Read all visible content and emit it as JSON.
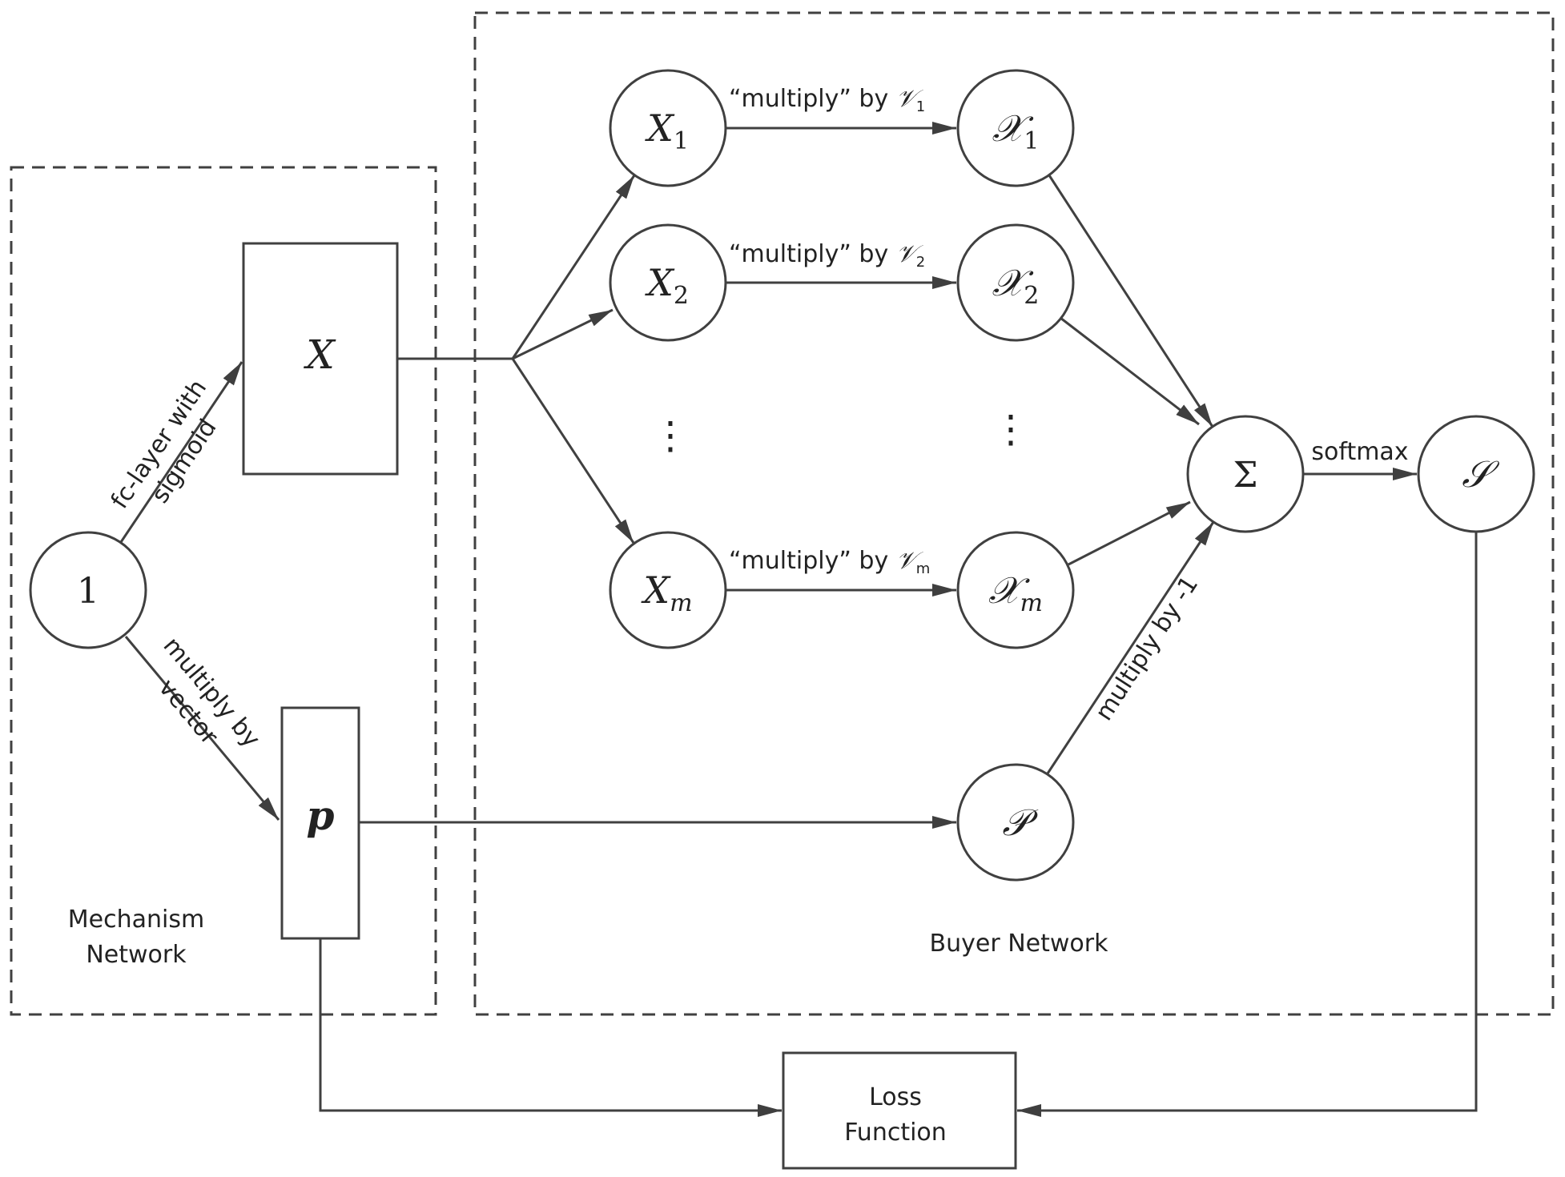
{
  "groups": {
    "mechanism": {
      "line1": "Mechanism",
      "line2": "Network"
    },
    "buyer": {
      "label": "Buyer Network"
    }
  },
  "nodes": {
    "one": "1",
    "X": "X",
    "p": "p",
    "X1": {
      "base": "X",
      "sub": "1"
    },
    "X2": {
      "base": "X",
      "sub": "2"
    },
    "Xm": {
      "base": "X",
      "sub": "m"
    },
    "cX1": {
      "base": "𝒳",
      "sub": "1"
    },
    "cX2": {
      "base": "𝒳",
      "sub": "2"
    },
    "cXm": {
      "base": "𝒳",
      "sub": "m"
    },
    "cP": "𝒫",
    "sigma": "Σ",
    "cS": "𝒮",
    "vdots_left": "⋮",
    "vdots_right": "⋮"
  },
  "edges": {
    "fc_line1": "fc-layer with",
    "fc_line2": "sigmoid",
    "vec_line1": "multiply by",
    "vec_line2": "vector",
    "mult1": {
      "text": "“multiply”  by ",
      "sym": "𝒱",
      "sub": "1"
    },
    "mult2": {
      "text": "“multiply”  by ",
      "sym": "𝒱",
      "sub": "2"
    },
    "multm": {
      "text": "“multiply”  by ",
      "sym": "𝒱",
      "sub": "m"
    },
    "neg": "multiply by -1",
    "softmax": "softmax"
  },
  "loss": {
    "line1": "Loss",
    "line2": "Function"
  }
}
